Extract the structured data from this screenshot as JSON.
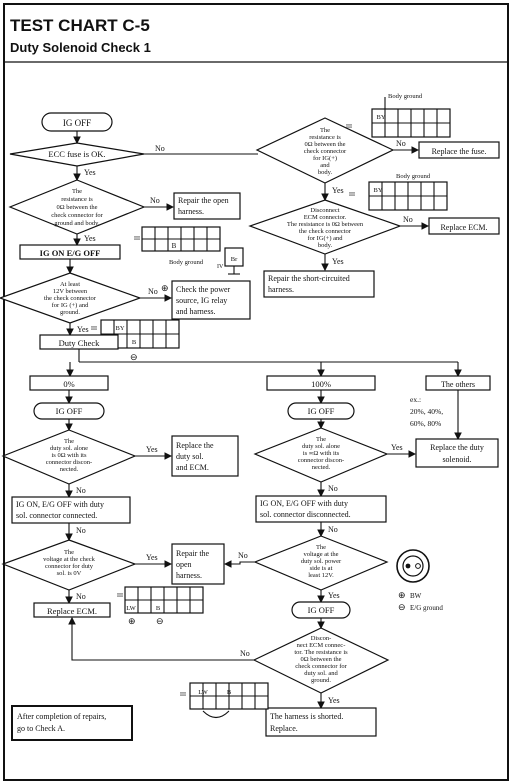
{
  "header": {
    "title": "TEST CHART C-5",
    "subtitle": "Duty Solenoid Check 1"
  },
  "left_col": {
    "ig_off": "IG OFF",
    "ecc_fuse": "ECC fuse is OK.",
    "no": "No",
    "yes": "Yes",
    "resist_q": [
      "The",
      "resistance is",
      "0Ω between the",
      "check connector for",
      "ground and body."
    ],
    "repair_open": [
      "Repair the open",
      "harness."
    ],
    "ig_on_eg_off": "IG ON E/G OFF",
    "volt_q": [
      "At least",
      "12V between",
      "the check connector",
      "for IG (+) and",
      "ground."
    ],
    "check_power": [
      "Check the power",
      "source, IG relay",
      "and harness."
    ],
    "duty_check": "Duty Check",
    "body_ground_1": "Body ground",
    "roman_iii": "III",
    "roman_iv": "IV",
    "plus": "⊕",
    "minus": "⊖",
    "conn_b": "B",
    "conn_by": "BY",
    "conn_br": "Br"
  },
  "right_col": {
    "body_ground_top": "Body ground",
    "resist_ig_q": [
      "The",
      "resistance is",
      "0Ω between the",
      "check connector",
      "for IG(+)",
      "and",
      "body."
    ],
    "replace_fuse": "Replace the fuse.",
    "disconnect_q": [
      "Disconnect",
      "ECM connector.",
      "The resistance is 0Ω between",
      "the check connector",
      "for IG(+) and",
      "body."
    ],
    "body_ground_2": "Body ground",
    "replace_ecm": "Replace ECM.",
    "repair_short": [
      "Repair the short-circuited",
      "harness."
    ]
  },
  "branches": {
    "zero": "0%",
    "hundred": "100%",
    "others": "The others",
    "ex_label": "ex.:",
    "ex_values": [
      "20%, 40%,",
      "60%, 80%"
    ],
    "replace_duty_sol": [
      "Replace the duty",
      "solenoid."
    ]
  },
  "zero_path": {
    "ig_off": "IG OFF",
    "duty_alone_q": [
      "The",
      "duty sol. alone",
      "is 0Ω with its",
      "connector discon-",
      "nected."
    ],
    "replace_duty_ecm": [
      "Replace the",
      "duty sol.",
      "and ECM."
    ],
    "ig_on_connected": [
      "IG ON, E/G OFF with duty",
      "sol. connector connected."
    ],
    "voltage_q": [
      "The",
      "voltage at the check",
      "connector for duty",
      "sol. is 0V"
    ],
    "repair_open": [
      "Repair the",
      "open",
      "harness."
    ],
    "replace_ecm": "Replace ECM.",
    "conn_lw": "LW",
    "conn_b": "B"
  },
  "hundred_path": {
    "ig_off": "IG OFF",
    "duty_alone_q": [
      "The",
      "duty sol. alone",
      "is ∞Ω with its",
      "connector discon-",
      "nected."
    ],
    "ig_on_disconnected": [
      "IG ON, E/G OFF with duty",
      "sol. connector disconnected."
    ],
    "voltage_q": [
      "The",
      "voltage at the",
      "duty sol. power",
      "side is at",
      "least 12V."
    ],
    "ig_off_2": "IG OFF",
    "disconnect_q": [
      "Discon-",
      "nect ECM connec-",
      "tor. The resistance is",
      "0Ω between the",
      "check connector for",
      "duty sol. and",
      "ground."
    ],
    "harness_shorted": [
      "The harness is shorted.",
      "Replace."
    ],
    "legend_bw": "BW",
    "legend_eg": "E/G ground",
    "conn_lw": "LW",
    "conn_b": "B"
  },
  "footer": {
    "note": [
      "After completion of repairs,",
      "go to Check A."
    ]
  }
}
